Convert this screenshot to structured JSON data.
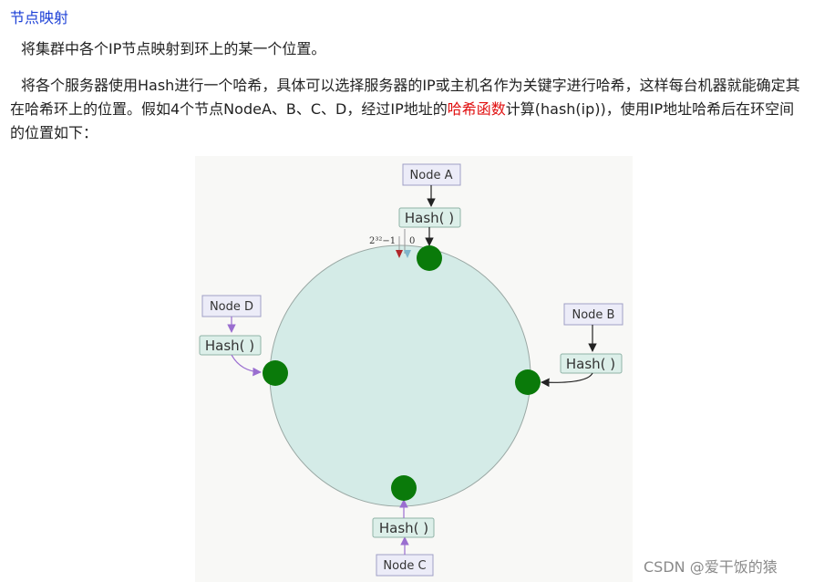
{
  "heading": "节点映射",
  "paragraph1": "将集群中各个IP节点映射到环上的某一个位置。",
  "paragraph2": {
    "before_link": "将各个服务器使用Hash进行一个哈希，具体可以选择服务器的IP或主机名作为关键字进行哈希，这样每台机器就能确定其在哈希环上的位置。假如4个节点NodeA、B、C、D，经过IP地址的",
    "link": "哈希函数",
    "after_link": "计算(hash(ip))，使用IP地址哈希后在环空间的位置如下："
  },
  "diagram": {
    "nodes": {
      "a": "Node A",
      "b": "Node B",
      "c": "Node C",
      "d": "Node D"
    },
    "hash_label": "Hash( )",
    "ring_max_label": "2³²−1",
    "ring_zero_label": "0"
  },
  "watermark": "CSDN @爱干饭的猿",
  "colors": {
    "link": "#1a3ed6",
    "highlight": "#e11010",
    "ring_fill": "#d4ebe7",
    "node_dot": "#0a7a0a",
    "hash_box_fill": "#dcefe9",
    "node_box_fill": "#ececf8",
    "purple_arrow": "#9a6ed0"
  }
}
